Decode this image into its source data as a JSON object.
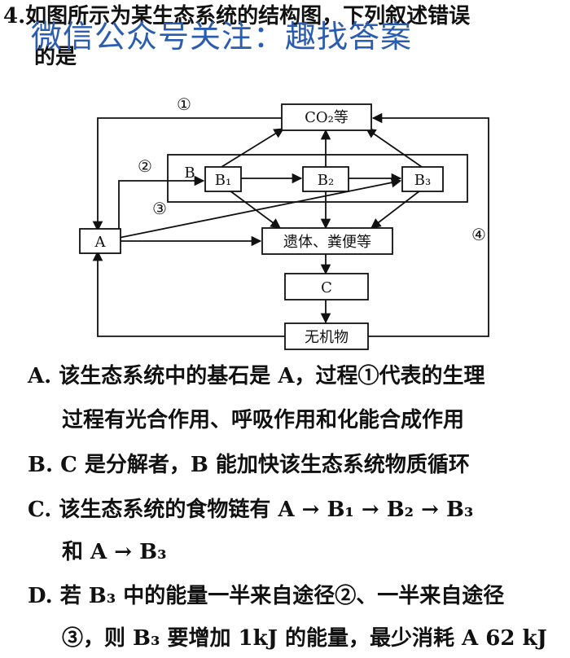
{
  "question": {
    "number": "4.",
    "line1": "如图所示为某生态系统的结构图，下列叙述错误",
    "line2": "的是"
  },
  "watermark": "微信公众号关注：趣找答案",
  "diagram": {
    "nodes": {
      "co2": "CO₂等",
      "b_label": "B",
      "b1": "B₁",
      "b2": "B₂",
      "b3": "B₃",
      "a": "A",
      "remains": "遗体、粪便等",
      "c": "C",
      "inorganic": "无机物"
    },
    "markers": {
      "m1": "①",
      "m2": "②",
      "m3": "③",
      "m4": "④"
    }
  },
  "options": {
    "a_line1": "A. 该生态系统中的基石是 A，过程①代表的生理",
    "a_line2": "过程有光合作用、呼吸作用和化能合成作用",
    "b_line1": "B. C 是分解者，B 能加快该生态系统物质循环",
    "c_line1": "C. 该生态系统的食物链有 A → B₁ → B₂ → B₃",
    "c_line2": "和 A → B₃",
    "d_line1": "D. 若 B₃ 中的能量一半来自途径②、一半来自途径",
    "d_line2": "③，则 B₃ 要增加 1kJ 的能量，最少消耗 A 62 kJ"
  }
}
